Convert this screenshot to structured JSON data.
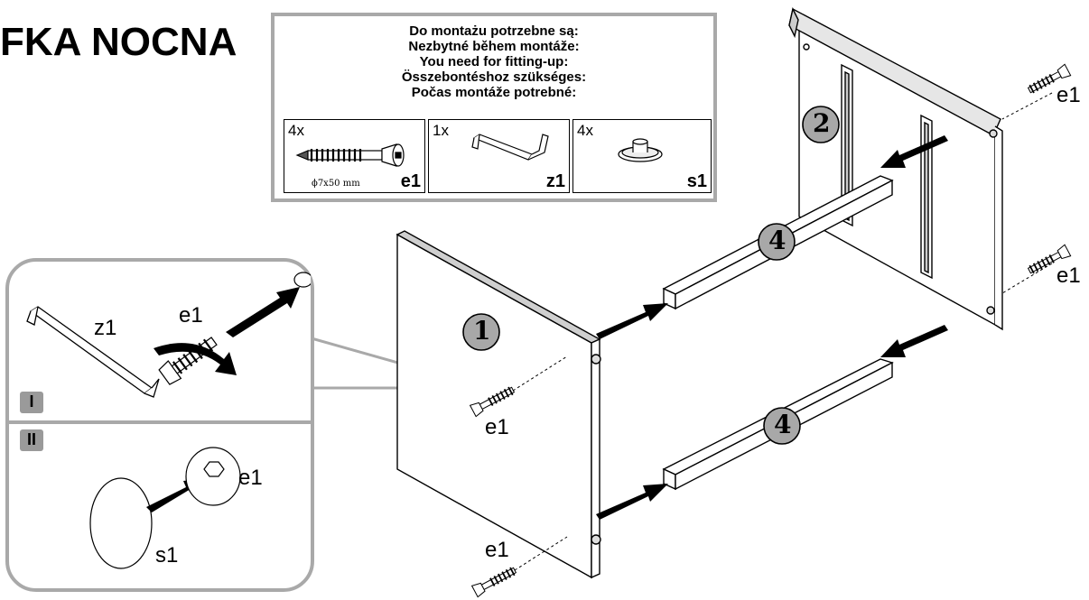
{
  "title": "FKA NOCNA",
  "parts_header": [
    "Do montażu potrzebne są:",
    "Nezbytné během montáže:",
    "You need for fitting-up:",
    "Összebontéshoz szükséges:",
    "Počas montáže potrebné:"
  ],
  "parts": [
    {
      "qty": "4x",
      "code": "e1",
      "dim": "ϕ7x50 mm",
      "icon": "screw-icon"
    },
    {
      "qty": "1x",
      "code": "z1",
      "icon": "allen-key-icon"
    },
    {
      "qty": "4x",
      "code": "s1",
      "icon": "cap-icon"
    }
  ],
  "detail": {
    "step1": "I",
    "step2": "II",
    "labels": {
      "z1": "z1",
      "e1_top": "e1",
      "e1_bottom": "e1",
      "s1": "s1"
    }
  },
  "panel_numbers": {
    "side_left": "1",
    "side_right": "2",
    "rail_top": "4",
    "rail_bottom": "4"
  },
  "screw_labels": {
    "top_right": "e1",
    "mid_right": "e1",
    "left_panel": "e1",
    "bottom": "e1"
  },
  "colors": {
    "box_border": "#a9a9a9",
    "step_badge": "#9a9a9a",
    "num_circle": "#a8a8a8",
    "arrow": "#000000"
  }
}
